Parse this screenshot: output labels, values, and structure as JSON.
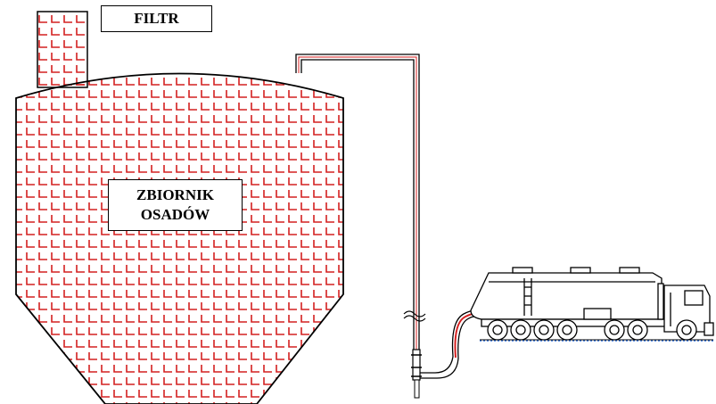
{
  "labels": {
    "filter": "FILTR",
    "tank_line1": "ZBIORNIK",
    "tank_line2": "OSADÓW"
  },
  "colors": {
    "brick": "#d42020",
    "outline": "#000000",
    "background": "#ffffff",
    "ground": "#2a6bd8"
  }
}
